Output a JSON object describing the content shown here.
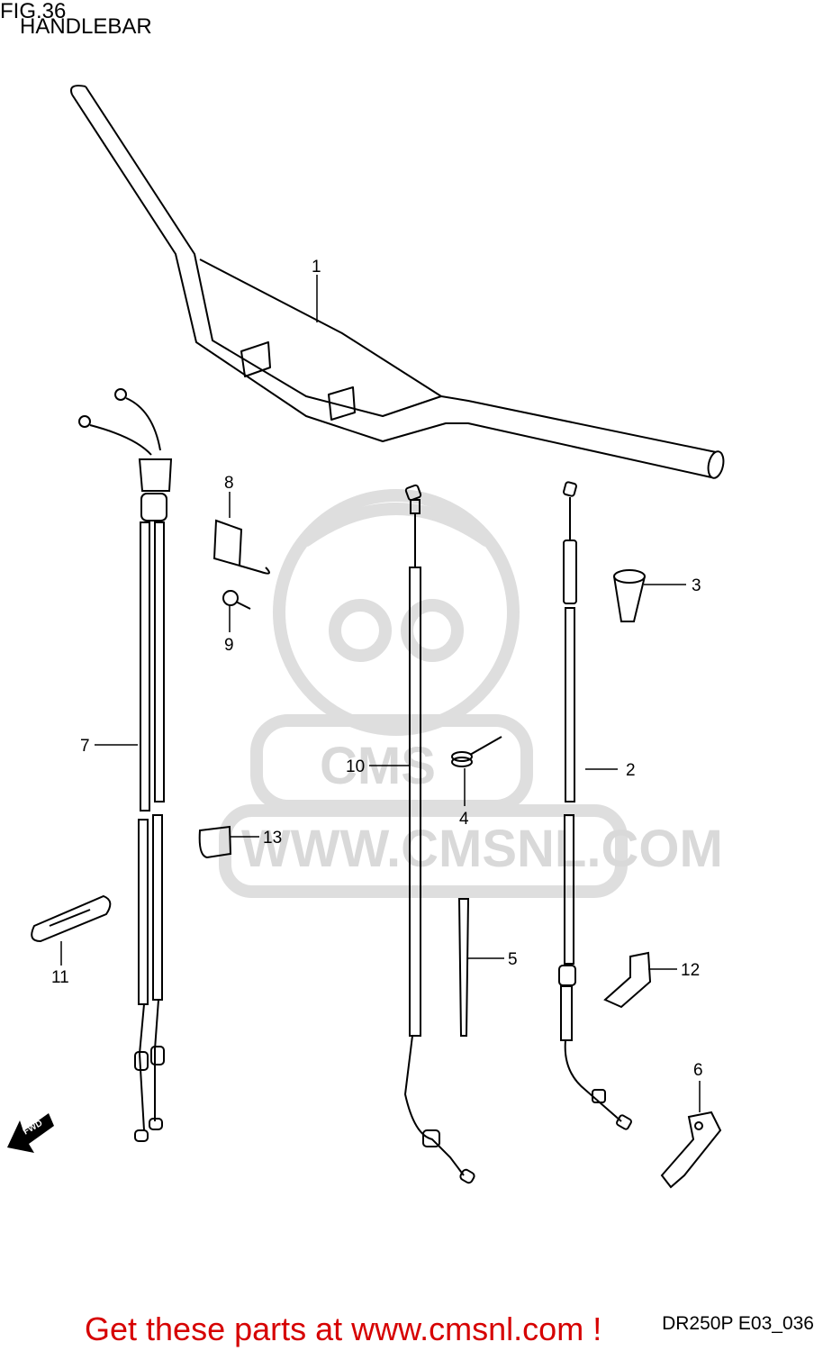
{
  "figure": {
    "number": "FIG.36",
    "name": "HANDLEBAR",
    "code": "DR250P E03_036"
  },
  "watermark": {
    "text": "WWW.CMSNL.COM",
    "brand": "CMS"
  },
  "footer": {
    "text": "Get these parts at www.cmsnl.com !",
    "color": "#d60000"
  },
  "direction_marker": {
    "label": "FWD"
  },
  "callouts": [
    "1",
    "2",
    "3",
    "4",
    "5",
    "6",
    "7",
    "8",
    "9",
    "10",
    "11",
    "12",
    "13"
  ]
}
